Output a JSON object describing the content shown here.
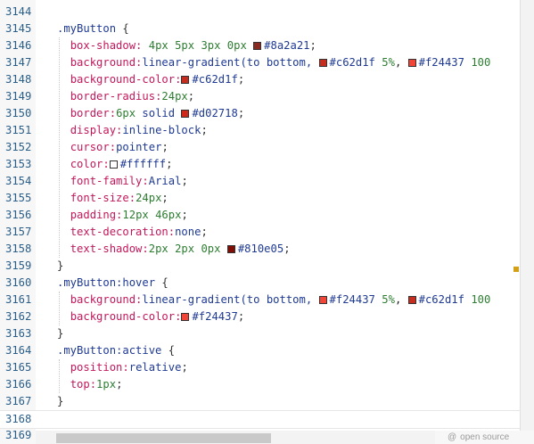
{
  "editor": {
    "lines": [
      {
        "n": "3144",
        "html": ""
      },
      {
        "n": "3145",
        "html": "<span class=\"sel\">.myButton</span> <span class=\"punc\">{</span>"
      },
      {
        "n": "3146",
        "html": "  <span class=\"prop\">box-shadow:</span> <span class=\"val\">4px 5px 3px 0px</span> <span class=\"swatch\" style=\"background:#8a2a21\"></span><span class=\"kw\">#8a2a21</span><span class=\"punc\">;</span>"
      },
      {
        "n": "3147",
        "html": "  <span class=\"prop\">background:</span><span class=\"kw\">linear-gradient(to bottom,</span> <span class=\"swatch\" style=\"background:#c62d1f\"></span><span class=\"kw\">#c62d1f</span> <span class=\"val\">5%</span>, <span class=\"swatch\" style=\"background:#f24437\"></span><span class=\"kw\">#f24437</span> <span class=\"val\">100</span>"
      },
      {
        "n": "3148",
        "html": "  <span class=\"prop\">background-color:</span><span class=\"swatch\" style=\"background:#c62d1f\"></span><span class=\"kw\">#c62d1f</span><span class=\"punc\">;</span>"
      },
      {
        "n": "3149",
        "html": "  <span class=\"prop\">border-radius:</span><span class=\"val\">24px</span><span class=\"punc\">;</span>"
      },
      {
        "n": "3150",
        "html": "  <span class=\"prop\">border:</span><span class=\"val\">6px</span> <span class=\"kw\">solid</span> <span class=\"swatch\" style=\"background:#d02718\"></span><span class=\"kw\">#d02718</span><span class=\"punc\">;</span>"
      },
      {
        "n": "3151",
        "html": "  <span class=\"prop\">display:</span><span class=\"kw\">inline-block</span><span class=\"punc\">;</span>"
      },
      {
        "n": "3152",
        "html": "  <span class=\"prop\">cursor:</span><span class=\"kw\">pointer</span><span class=\"punc\">;</span>"
      },
      {
        "n": "3153",
        "html": "  <span class=\"prop\">color:</span><span class=\"swatch\" style=\"background:#ffffff\"></span><span class=\"kw\">#ffffff</span><span class=\"punc\">;</span>"
      },
      {
        "n": "3154",
        "html": "  <span class=\"prop\">font-family:</span><span class=\"kw\">Arial</span><span class=\"punc\">;</span>"
      },
      {
        "n": "3155",
        "html": "  <span class=\"prop\">font-size:</span><span class=\"val\">24px</span><span class=\"punc\">;</span>"
      },
      {
        "n": "3156",
        "html": "  <span class=\"prop\">padding:</span><span class=\"val\">12px 46px</span><span class=\"punc\">;</span>"
      },
      {
        "n": "3157",
        "html": "  <span class=\"prop\">text-decoration:</span><span class=\"kw\">none</span><span class=\"punc\">;</span>"
      },
      {
        "n": "3158",
        "html": "  <span class=\"prop\">text-shadow:</span><span class=\"val\">2px 2px 0px</span> <span class=\"swatch\" style=\"background:#810e05\"></span><span class=\"kw\">#810e05</span><span class=\"punc\">;</span>"
      },
      {
        "n": "3159",
        "html": "<span class=\"punc\">}</span>"
      },
      {
        "n": "3160",
        "html": "<span class=\"sel\">.myButton:hover</span> <span class=\"punc\">{</span>"
      },
      {
        "n": "3161",
        "html": "  <span class=\"prop\">background:</span><span class=\"kw\">linear-gradient(to bottom,</span> <span class=\"swatch\" style=\"background:#f24437\"></span><span class=\"kw\">#f24437</span> <span class=\"val\">5%</span>, <span class=\"swatch\" style=\"background:#c62d1f\"></span><span class=\"kw\">#c62d1f</span> <span class=\"val\">100</span>"
      },
      {
        "n": "3162",
        "html": "  <span class=\"prop\">background-color:</span><span class=\"swatch\" style=\"background:#f24437\"></span><span class=\"kw\">#f24437</span><span class=\"punc\">;</span>"
      },
      {
        "n": "3163",
        "html": "<span class=\"punc\">}</span>"
      },
      {
        "n": "3164",
        "html": "<span class=\"sel\">.myButton:active</span> <span class=\"punc\">{</span>"
      },
      {
        "n": "3165",
        "html": "  <span class=\"prop\">position:</span><span class=\"kw\">relative</span><span class=\"punc\">;</span>"
      },
      {
        "n": "3166",
        "html": "  <span class=\"prop\">top:</span><span class=\"val\">1px</span><span class=\"punc\">;</span>"
      },
      {
        "n": "3167",
        "html": "<span class=\"punc\">}</span>"
      },
      {
        "n": "3168",
        "html": ""
      },
      {
        "n": "3169",
        "html": ""
      }
    ]
  },
  "footer": {
    "at_symbol": "@",
    "label": "open source"
  },
  "colors": {
    "selector": "#1f3a93",
    "property": "#c2185b",
    "value": "#2e7d32",
    "line_number": "#2b5f8a"
  }
}
